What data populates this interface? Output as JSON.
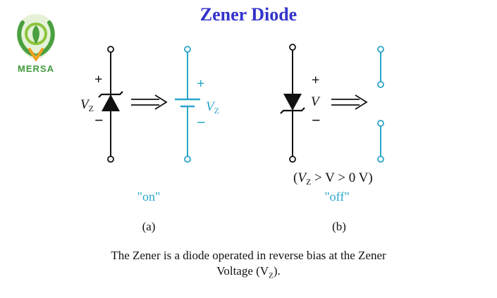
{
  "slide": {
    "title": "Zener Diode",
    "logo_text": "MERSA",
    "caption_line1": "The Zener is a diode operated in reverse bias at the Zener",
    "caption_line2_prefix": "Voltage (V",
    "caption_line2_sub": "Z",
    "caption_line2_suffix": ")."
  },
  "diagram": {
    "panel_a": {
      "label": "(a)",
      "state": "\"on\"",
      "diode_voltage_main": "V",
      "diode_voltage_sub": "Z",
      "battery_voltage_main": "V",
      "battery_voltage_sub": "Z",
      "plus": "+",
      "minus": "−"
    },
    "panel_b": {
      "label": "(b)",
      "state": "\"off\"",
      "diode_voltage": "V",
      "plus": "+",
      "minus": "−",
      "condition_open": "(",
      "condition_v": "V",
      "condition_sub": "Z",
      "condition_rest": " > V > 0 V)"
    },
    "colors": {
      "circuit": "#111111",
      "equivalent": "#2aa6c8",
      "title": "#3333cc"
    }
  }
}
